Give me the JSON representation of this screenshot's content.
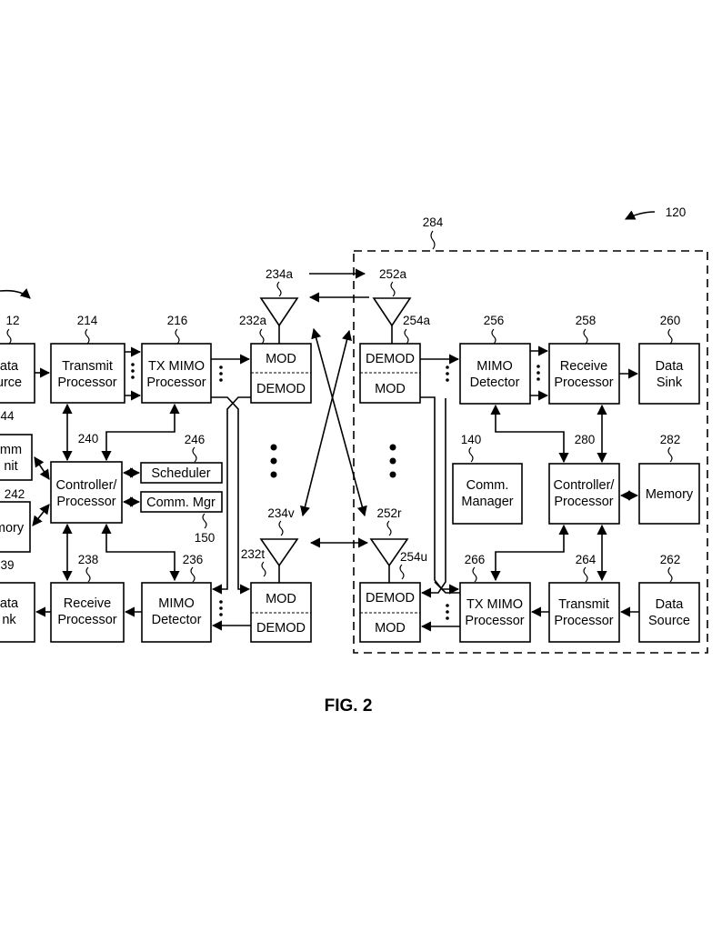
{
  "figure_label": "FIG. 2",
  "refs": {
    "r120": "120",
    "r284": "284",
    "r234a": "234a",
    "r252a": "252a",
    "r234v": "234v",
    "r252r": "252r",
    "r212": "12",
    "r214": "214",
    "r216": "216",
    "r232a": "232a",
    "r254a": "254a",
    "r256": "256",
    "r258": "258",
    "r260": "260",
    "r244": "44",
    "r240": "240",
    "r246": "246",
    "r140": "140",
    "r280": "280",
    "r282": "282",
    "r242": "242",
    "r150": "150",
    "r239": "39",
    "r238": "238",
    "r236": "236",
    "r232t": "232t",
    "r254u": "254u",
    "r266": "266",
    "r264": "264",
    "r262": "262"
  },
  "left": {
    "data_source": [
      "ata",
      "urce"
    ],
    "transmit_processor": [
      "Transmit",
      "Processor"
    ],
    "tx_mimo_processor": [
      "TX MIMO",
      "Processor"
    ],
    "comm_unit": [
      "mm",
      "nit"
    ],
    "controller": [
      "Controller/",
      "Processor"
    ],
    "scheduler": "Scheduler",
    "comm_mgr": "Comm. Mgr",
    "memory": "mory",
    "data_sink": [
      "ata",
      "nk"
    ],
    "receive_processor": [
      "Receive",
      "Processor"
    ],
    "mimo_detector": [
      "MIMO",
      "Detector"
    ],
    "mod_top": "MOD",
    "demod_top": "DEMOD",
    "mod_bottom": "MOD",
    "demod_bottom": "DEMOD"
  },
  "right": {
    "demod_top": "DEMOD",
    "mod_top": "MOD",
    "mimo_detector": [
      "MIMO",
      "Detector"
    ],
    "receive_processor": [
      "Receive",
      "Processor"
    ],
    "data_sink": [
      "Data",
      "Sink"
    ],
    "comm_manager": [
      "Comm.",
      "Manager"
    ],
    "controller": [
      "Controller/",
      "Processor"
    ],
    "memory": "Memory",
    "demod_bottom": "DEMOD",
    "mod_bottom": "MOD",
    "tx_mimo_processor": [
      "TX MIMO",
      "Processor"
    ],
    "transmit_processor": [
      "Transmit",
      "Processor"
    ],
    "data_source": [
      "Data",
      "Source"
    ]
  }
}
